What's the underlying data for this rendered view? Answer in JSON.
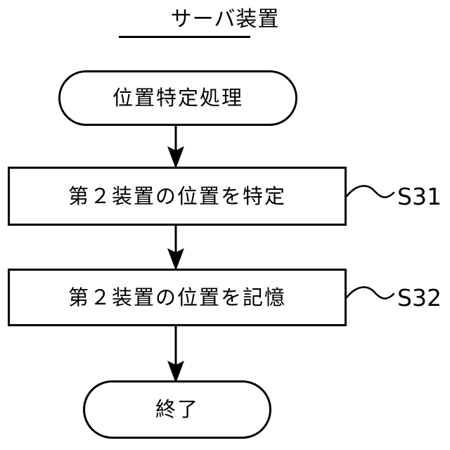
{
  "diagram": {
    "type": "flowchart",
    "title": "サーバ装置",
    "title_underlined": true,
    "orientation": "top-to-bottom",
    "line_color": "#000000",
    "fill_color": "#ffffff",
    "nodes": [
      {
        "id": "start",
        "shape": "terminator",
        "label": "位置特定処理",
        "step_ref": ""
      },
      {
        "id": "step-s31",
        "shape": "process",
        "label": "第２装置の位置を特定",
        "step_ref": "S31"
      },
      {
        "id": "step-s32",
        "shape": "process",
        "label": "第２装置の位置を記憶",
        "step_ref": "S32"
      },
      {
        "id": "end",
        "shape": "terminator",
        "label": "終了",
        "step_ref": ""
      }
    ],
    "edges": [
      {
        "from": "start",
        "to": "step-s31",
        "style": "arrow"
      },
      {
        "from": "step-s31",
        "to": "step-s32",
        "style": "arrow"
      },
      {
        "from": "step-s32",
        "to": "end",
        "style": "arrow"
      }
    ],
    "leader_lines": [
      {
        "target": "step-s31",
        "label": "S31",
        "style": "wavy"
      },
      {
        "target": "step-s32",
        "label": "S32",
        "style": "wavy"
      }
    ]
  }
}
